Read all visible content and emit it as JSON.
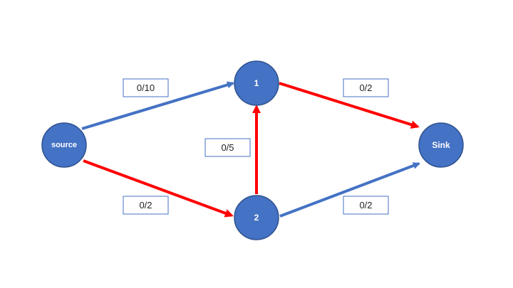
{
  "colors": {
    "node_fill": "#4472c4",
    "edge_blue": "#4472c4",
    "edge_red": "#ff0000",
    "label_border": "#4472c4"
  },
  "nodes": {
    "source": {
      "label": "source"
    },
    "n1": {
      "label": "1"
    },
    "n2": {
      "label": "2"
    },
    "sink": {
      "label": "Sink"
    }
  },
  "edges": [
    {
      "id": "source-1",
      "from": "source",
      "to": "n1",
      "color": "blue",
      "flow_label": "0/10"
    },
    {
      "id": "source-2",
      "from": "source",
      "to": "n2",
      "color": "red",
      "flow_label": "0/2"
    },
    {
      "id": "2-1",
      "from": "n2",
      "to": "n1",
      "color": "red",
      "flow_label": "0/5"
    },
    {
      "id": "1-sink",
      "from": "n1",
      "to": "sink",
      "color": "red",
      "flow_label": "0/2"
    },
    {
      "id": "2-sink",
      "from": "n2",
      "to": "sink",
      "color": "blue",
      "flow_label": "0/2"
    }
  ]
}
